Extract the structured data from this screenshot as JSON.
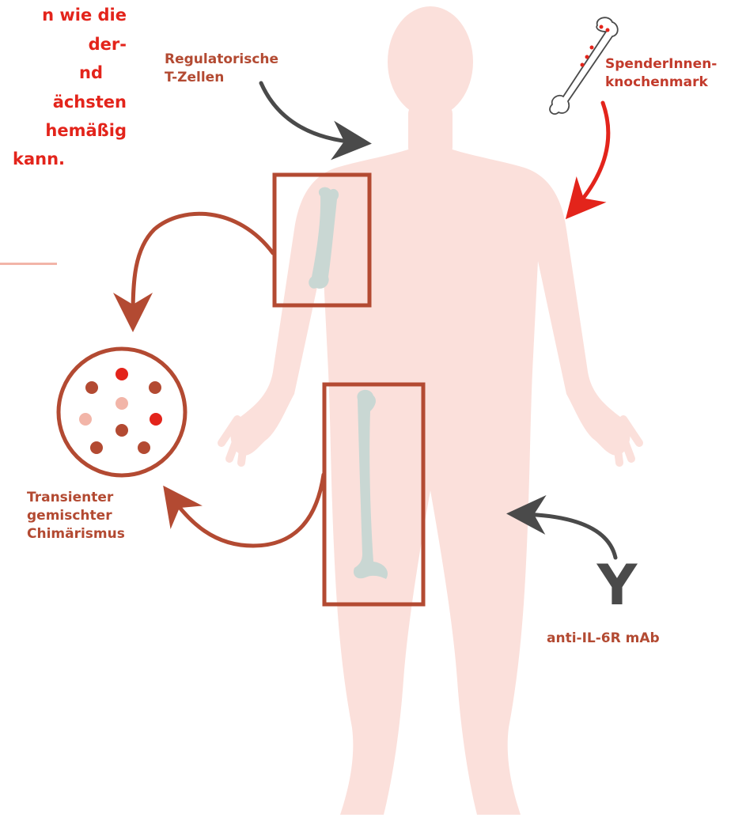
{
  "intro_text": {
    "lines": [
      "n wie die",
      "der-",
      "nd",
      "ächsten",
      "hemäßig",
      "kann."
    ]
  },
  "labels": {
    "regulatory_t_cells": [
      "Regulatorische",
      "T-Zellen"
    ],
    "donor_marrow": [
      "SpenderInnen-",
      "knochenmark"
    ],
    "transient_chimerism": [
      "Transienter",
      "gemischter",
      "Chimärismus"
    ],
    "antibody": "anti-IL-6R mAb",
    "antibody_symbol": "Y"
  },
  "colors": {
    "body": "#fbe0db",
    "bone": "#c9d7d3",
    "frame": "#b34a32",
    "accent_red": "#e3241b",
    "arrow_grey": "#4a4a4a",
    "dot_dark": "#b34a32",
    "dot_red": "#e3241b",
    "dot_pink": "#f2b5a8"
  }
}
